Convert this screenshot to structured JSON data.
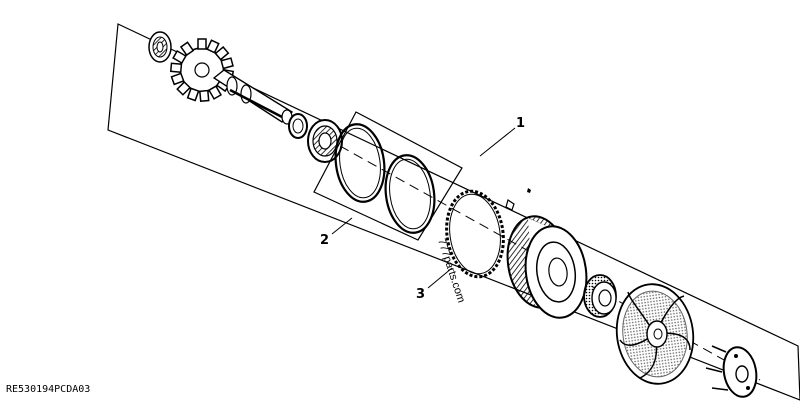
{
  "diagram": {
    "callouts": [
      {
        "id": "callout-1",
        "label": "1"
      },
      {
        "id": "callout-2",
        "label": "2"
      },
      {
        "id": "callout-3",
        "label": "3"
      }
    ],
    "watermark": "777parts.com",
    "reference_code": "RE530194PCDA03",
    "line_color": "#000000",
    "background": "#ffffff"
  }
}
